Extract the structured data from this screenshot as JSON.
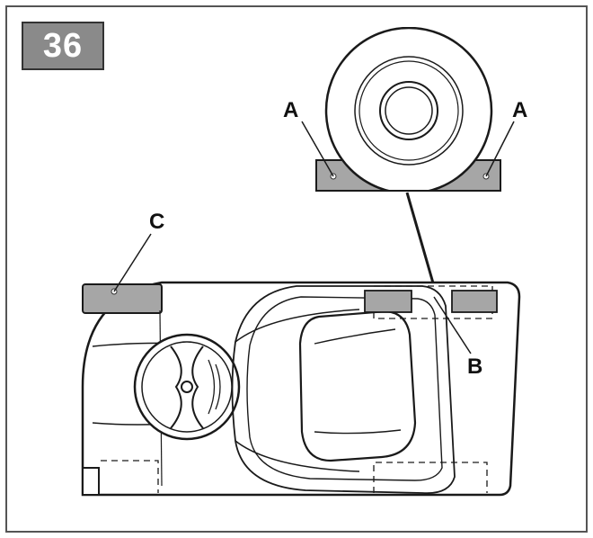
{
  "figure": {
    "number": "36",
    "callouts": {
      "a_left": "A",
      "a_right": "A",
      "b": "B",
      "c": "C"
    },
    "colors": {
      "line": "#1a1a1a",
      "badge_fill": "#8a8a8a",
      "part_fill": "#a6a6a6"
    }
  }
}
